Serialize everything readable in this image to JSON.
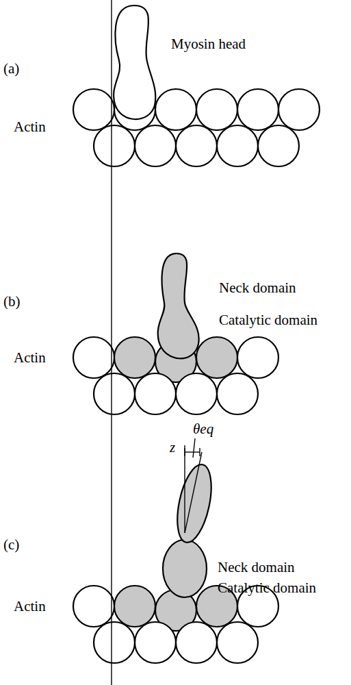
{
  "diagram": {
    "labels": [
      "(a)",
      "Myosin head",
      "Actin",
      "(b)",
      "Neck domain",
      "Catalytic domain",
      "Actin",
      "(c)",
      "θeq",
      "z",
      "Neck domain",
      "Catalytic domain",
      "Actin"
    ]
  }
}
